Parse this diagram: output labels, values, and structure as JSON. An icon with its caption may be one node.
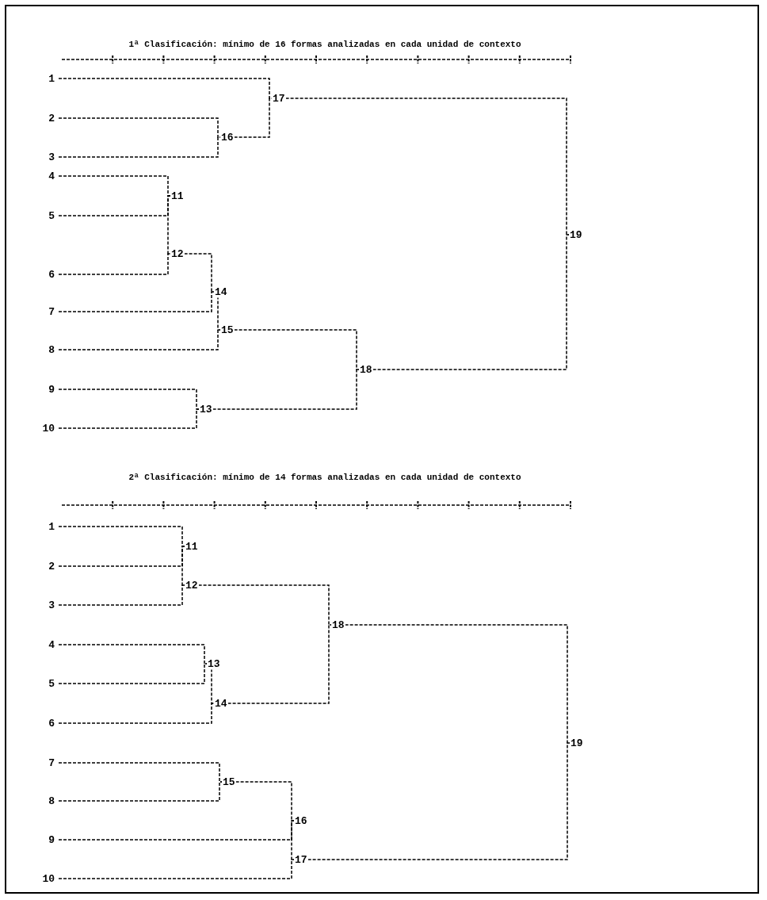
{
  "diagram": {
    "nodes": [
      {
        "text": [
          "1"
        ]
      },
      {
        "text": [
          "2"
        ]
      },
      {
        "text": [
          "3"
        ]
      },
      {
        "text": [
          "4"
        ]
      },
      {
        "text": [
          "5"
        ]
      },
      {
        "text": [
          "6"
        ]
      },
      {
        "text": [
          "7"
        ]
      },
      {
        "text": [
          "8"
        ]
      },
      {
        "text": [
          "9"
        ]
      },
      {
        "text": [
          "10"
        ]
      },
      {
        "text": [
          "11"
        ]
      },
      {
        "text": [
          "12"
        ]
      },
      {
        "text": [
          "13"
        ]
      },
      {
        "text": [
          "14"
        ]
      },
      {
        "text": [
          "15"
        ]
      },
      {
        "text": [
          "16"
        ]
      },
      {
        "text": [
          "17"
        ]
      },
      {
        "text": [
          "18"
        ]
      },
      {
        "text": [
          "19"
        ]
      },
      {
        "text": [
          "1"
        ]
      },
      {
        "text": [
          "2"
        ]
      },
      {
        "text": [
          "3"
        ]
      },
      {
        "text": [
          "4"
        ]
      },
      {
        "text": [
          "5"
        ]
      },
      {
        "text": [
          "6"
        ]
      },
      {
        "text": [
          "7"
        ]
      },
      {
        "text": [
          "8"
        ]
      },
      {
        "text": [
          "9"
        ]
      },
      {
        "text": [
          "10"
        ]
      },
      {
        "text": [
          "11"
        ]
      },
      {
        "text": [
          "12"
        ]
      },
      {
        "text": [
          "13"
        ]
      },
      {
        "text": [
          "14"
        ]
      },
      {
        "text": [
          "15"
        ]
      },
      {
        "text": [
          "16"
        ]
      },
      {
        "text": [
          "17"
        ]
      },
      {
        "text": [
          "18"
        ]
      },
      {
        "text": [
          "19"
        ]
      }
    ],
    "edges": [
      {
        "from": 3,
        "to": 10,
        "arrow": "none"
      },
      {
        "from": 4,
        "to": 10,
        "arrow": "none"
      },
      {
        "from": 10,
        "to": 11,
        "arrow": "none"
      },
      {
        "from": 5,
        "to": 11,
        "arrow": "none"
      },
      {
        "from": 8,
        "to": 12,
        "arrow": "none"
      },
      {
        "from": 9,
        "to": 12,
        "arrow": "none"
      },
      {
        "from": 11,
        "to": 13,
        "arrow": "none"
      },
      {
        "from": 6,
        "to": 13,
        "arrow": "none"
      },
      {
        "from": 13,
        "to": 14,
        "arrow": "none"
      },
      {
        "from": 7,
        "to": 14,
        "arrow": "none"
      },
      {
        "from": 1,
        "to": 15,
        "arrow": "none"
      },
      {
        "from": 2,
        "to": 15,
        "arrow": "none"
      },
      {
        "from": 0,
        "to": 16,
        "arrow": "none"
      },
      {
        "from": 15,
        "to": 16,
        "arrow": "none"
      },
      {
        "from": 14,
        "to": 17,
        "arrow": "none"
      },
      {
        "from": 12,
        "to": 17,
        "arrow": "none"
      },
      {
        "from": 16,
        "to": 18,
        "arrow": "none"
      },
      {
        "from": 17,
        "to": 18,
        "arrow": "none"
      },
      {
        "from": 19,
        "to": 29,
        "arrow": "none"
      },
      {
        "from": 20,
        "to": 29,
        "arrow": "none"
      },
      {
        "from": 29,
        "to": 30,
        "arrow": "none"
      },
      {
        "from": 21,
        "to": 30,
        "arrow": "none"
      },
      {
        "from": 22,
        "to": 31,
        "arrow": "none"
      },
      {
        "from": 23,
        "to": 31,
        "arrow": "none"
      },
      {
        "from": 31,
        "to": 32,
        "arrow": "none"
      },
      {
        "from": 24,
        "to": 32,
        "arrow": "none"
      },
      {
        "from": 25,
        "to": 33,
        "arrow": "none"
      },
      {
        "from": 26,
        "to": 33,
        "arrow": "none"
      },
      {
        "from": 33,
        "to": 34,
        "arrow": "none"
      },
      {
        "from": 27,
        "to": 34,
        "arrow": "none"
      },
      {
        "from": 34,
        "to": 35,
        "arrow": "none"
      },
      {
        "from": 28,
        "to": 35,
        "arrow": "none"
      },
      {
        "from": 30,
        "to": 36,
        "arrow": "none"
      },
      {
        "from": 32,
        "to": 36,
        "arrow": "none"
      },
      {
        "from": 36,
        "to": 37,
        "arrow": "none"
      },
      {
        "from": 35,
        "to": 37,
        "arrow": "none"
      }
    ],
    "labels": [
      "1ª Clasificación: mínimo de 16 formas analizadas en cada unidad de contexto",
      "2ª Clasificación: mínimo de 14 formas analizadas en cada unidad de contexto"
    ]
  }
}
